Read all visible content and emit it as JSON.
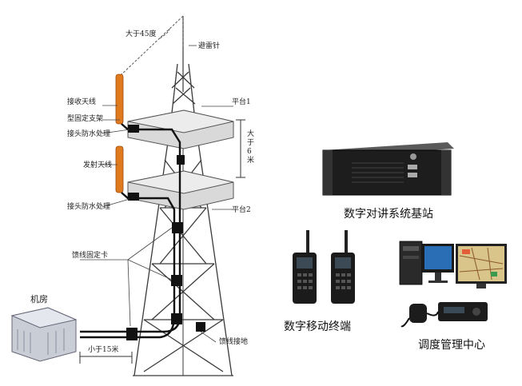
{
  "tower_labels": {
    "angle": "大于45度",
    "lightning_rod": "避雷针",
    "receive_antenna": "接收天线",
    "bracket": "型固定支架",
    "waterproof_top": "接头防水处理",
    "transmit_antenna": "发射天线",
    "waterproof_bottom": "接头防水处理",
    "platform1": "平台1",
    "platform2": "平台2",
    "gap": "大\n于\n6\n米",
    "feeder_clamp": "馈线固定卡",
    "feeder_ground": "馈线接地",
    "machine_room": "机房",
    "distance": "小于15米"
  },
  "devices": {
    "base_station": "数字对讲系统基站",
    "radios": "数字移动终端",
    "dispatch": "调度管理中心"
  },
  "colors": {
    "antenna": "#e07a1f",
    "tower": "#3a3a3a",
    "platform": "#d9d9d9",
    "cable": "#111111"
  }
}
